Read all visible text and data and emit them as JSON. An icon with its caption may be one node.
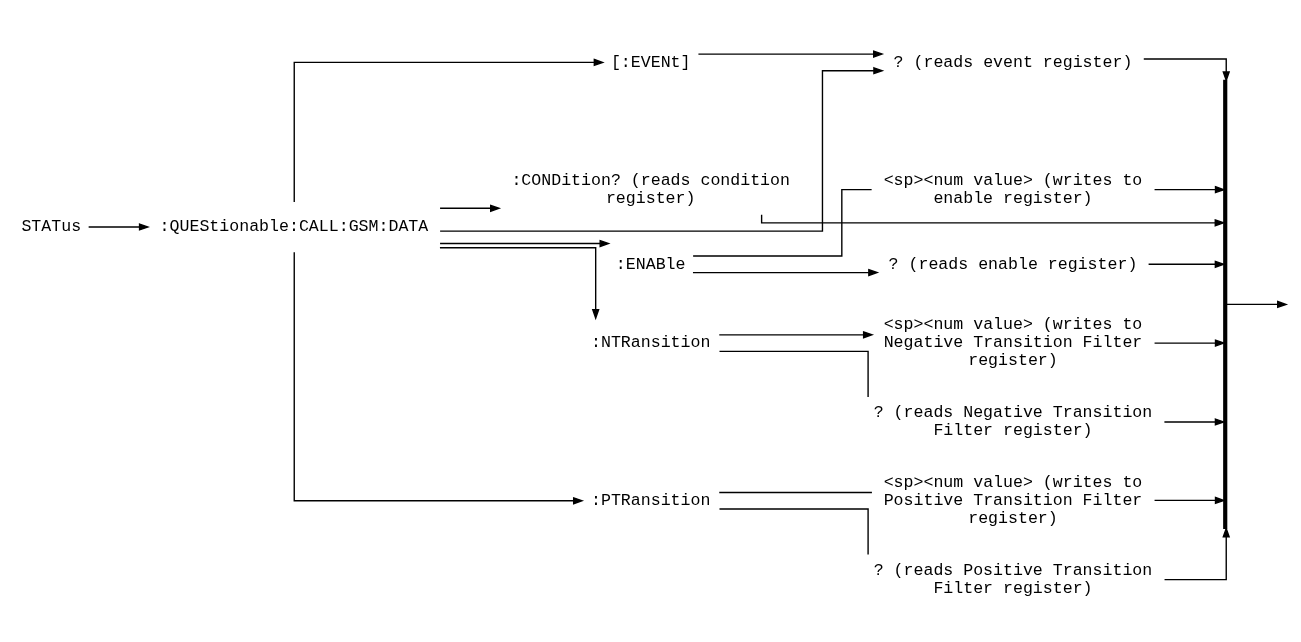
{
  "diagram": {
    "nodes": [
      {
        "text": [
          "STATus"
        ]
      },
      {
        "text": [
          ":QUEStionable:CALL:GSM:DATA"
        ]
      },
      {
        "text": [
          "[:EVENt]"
        ]
      },
      {
        "text": [
          "? (reads event register)"
        ]
      },
      {
        "text": [
          ":CONDition? (reads condition register)"
        ]
      },
      {
        "text": [
          ":ENABle"
        ]
      },
      {
        "text": [
          "<sp><num value> (writes to enable register)"
        ]
      },
      {
        "text": [
          "? (reads enable register)"
        ]
      },
      {
        "text": [
          ":NTRansition"
        ]
      },
      {
        "text": [
          "<sp><num value> (writes to Negative Transition Filter register)"
        ]
      },
      {
        "text": [
          "? (reads Negative Transition Filter register)"
        ]
      },
      {
        "text": [
          ":PTRansition"
        ]
      },
      {
        "text": [
          "<sp><num value> (writes to Positive Transition Filter register)"
        ]
      },
      {
        "text": [
          "? (reads Positive Transition Filter register)"
        ]
      },
      {
        "text": [],
        "shape": "bar"
      }
    ],
    "edges": [
      {
        "from": 0,
        "to": 1,
        "arrow": "to"
      },
      {
        "from": 1,
        "to": 3,
        "arrow": "to"
      },
      {
        "from": 1,
        "to": 2,
        "arrow": "to"
      },
      {
        "from": 2,
        "to": 3,
        "arrow": "to"
      },
      {
        "from": 1,
        "to": 4,
        "arrow": "to"
      },
      {
        "from": 1,
        "to": 5,
        "arrow": "to"
      },
      {
        "from": 1,
        "to": 8,
        "arrow": "to"
      },
      {
        "from": 1,
        "to": 11,
        "arrow": "to"
      },
      {
        "from": 5,
        "to": 6,
        "arrow": "none"
      },
      {
        "from": 5,
        "to": 7,
        "arrow": "to"
      },
      {
        "from": 8,
        "to": 9,
        "arrow": "to"
      },
      {
        "from": 8,
        "to": 10,
        "arrow": "none"
      },
      {
        "from": 11,
        "to": 12,
        "arrow": "none"
      },
      {
        "from": 11,
        "to": 13,
        "arrow": "none"
      },
      {
        "from": 3,
        "to": 14,
        "arrow": "to"
      },
      {
        "from": 4,
        "to": 14,
        "arrow": "to"
      },
      {
        "from": 6,
        "to": 14,
        "arrow": "to"
      },
      {
        "from": 7,
        "to": 14,
        "arrow": "to"
      },
      {
        "from": 9,
        "to": 14,
        "arrow": "to"
      },
      {
        "from": 10,
        "to": 14,
        "arrow": "to"
      },
      {
        "from": 12,
        "to": 14,
        "arrow": "to"
      },
      {
        "from": 13,
        "to": 14,
        "arrow": "to"
      },
      {
        "from": 14,
        "to": null,
        "arrow": "to"
      }
    ]
  }
}
